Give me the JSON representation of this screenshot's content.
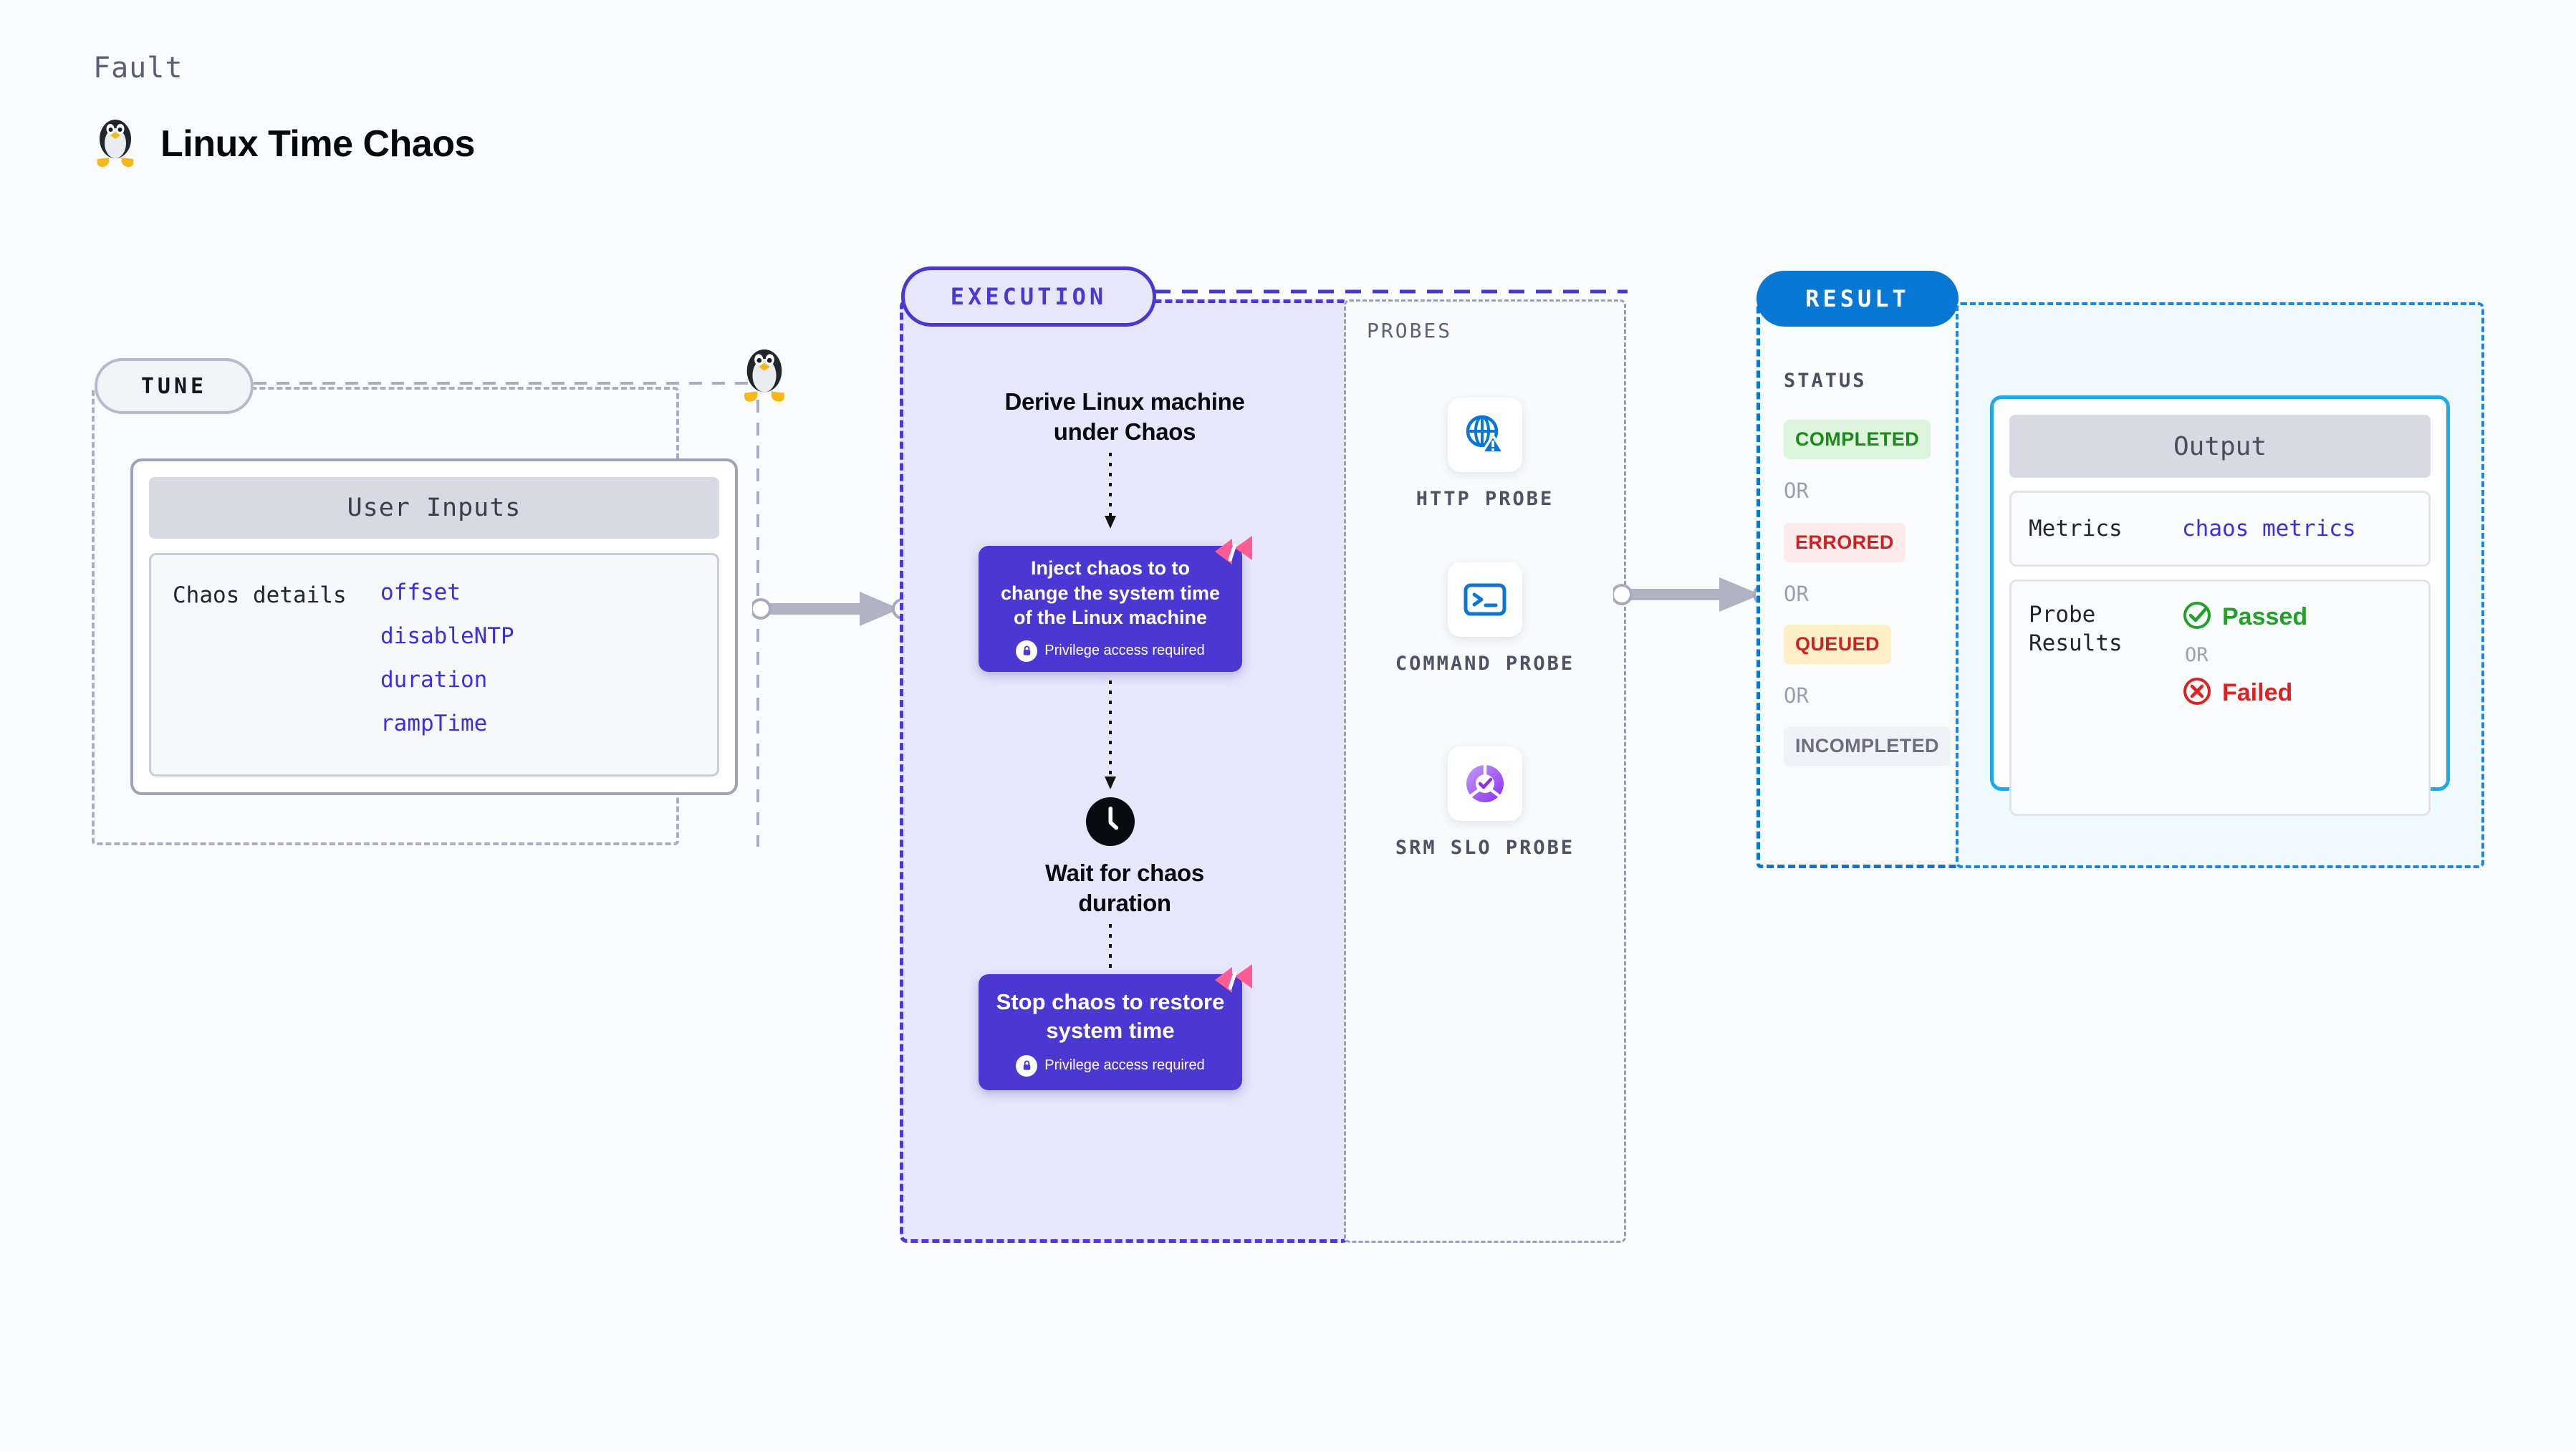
{
  "header": {
    "kicker": "Fault",
    "title": "Linux Time Chaos",
    "icon": "linux-penguin-icon"
  },
  "tune": {
    "pill": "TUNE",
    "card_title": "User Inputs",
    "row_label": "Chaos details",
    "params": [
      "offset",
      "disableNTP",
      "duration",
      "rampTime"
    ]
  },
  "execution": {
    "pill": "EXECUTION",
    "steps": [
      {
        "type": "text",
        "label": "Derive Linux machine\nunder Chaos"
      },
      {
        "type": "card",
        "label": "Inject chaos to to change\nthe system time of the\nLinux machine",
        "note": "Privilege access required",
        "badge": "harness-corner-badge"
      },
      {
        "type": "text",
        "icon": "clock-icon",
        "label": "Wait for chaos\nduration"
      },
      {
        "type": "card",
        "label": "Stop chaos to\nrestore system time",
        "note": "Privilege access required",
        "badge": "harness-corner-badge"
      }
    ]
  },
  "probes": {
    "label": "PROBES",
    "items": [
      {
        "name": "HTTP PROBE",
        "icon": "globe-warning-icon"
      },
      {
        "name": "COMMAND PROBE",
        "icon": "terminal-icon"
      },
      {
        "name": "SRM SLO PROBE",
        "icon": "slo-donut-check-icon"
      }
    ]
  },
  "result": {
    "pill": "RESULT",
    "status_label": "STATUS",
    "or_label": "OR",
    "statuses": [
      {
        "label": "COMPLETED",
        "bg": "#dcf5dc",
        "fg": "#1a8a1a"
      },
      {
        "label": "ERRORED",
        "bg": "#fdeaea",
        "fg": "#cc2222"
      },
      {
        "label": "QUEUED",
        "bg": "#fdf0c8",
        "fg": "#cc2222"
      },
      {
        "label": "INCOMPLETED",
        "bg": "#f1f2f7",
        "fg": "#6a6e80"
      }
    ]
  },
  "output": {
    "title": "Output",
    "metrics_key": "Metrics",
    "metrics_value": "chaos metrics",
    "probe_results_key": "Probe\nResults",
    "passed_label": "Passed",
    "failed_label": "Failed",
    "or_label": "OR",
    "passed_color": "#22a02a",
    "failed_color": "#dd2222"
  },
  "colors": {
    "violet": "#4b38d3",
    "blue": "#0878d4",
    "cyan": "#1cabe8",
    "pink": "#ff5c93",
    "gray_dash": "#a9aec0"
  }
}
